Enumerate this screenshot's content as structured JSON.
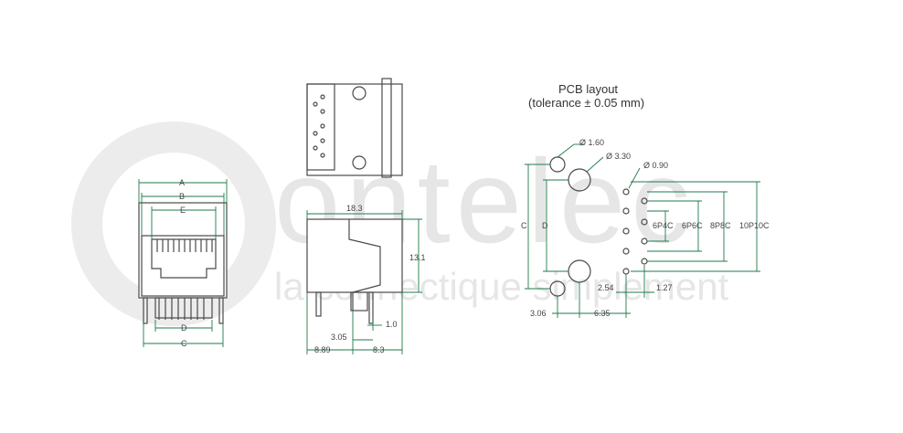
{
  "watermark": {
    "brand": "ontelec",
    "tagline": "la connectique simplement"
  },
  "pcb_layout": {
    "title": "PCB layout",
    "subtitle": "(tolerance ± 0.05 mm)"
  },
  "front_view": {
    "dims": {
      "A": "A",
      "B": "B",
      "E": "E",
      "D": "D",
      "C": "C"
    }
  },
  "side_view": {
    "dims": {
      "width": "18.3",
      "height": "13.1",
      "pin_len": "1.0",
      "offset1": "3.05",
      "offset2": "8.89",
      "offset3": "8.3"
    }
  },
  "pcb_dims": {
    "hole_large": "Ø 1.60",
    "hole_mid": "Ø 3.30",
    "hole_small": "Ø 0.90",
    "C": "C",
    "D": "D",
    "p6p4c": "6P4C",
    "p6p6c": "6P6C",
    "p8p8c": "8P8C",
    "p10p10c": "10P10C",
    "pitch": "2.54",
    "half_pitch": "1.27",
    "x1": "3.06",
    "x2": "6.35"
  },
  "colors": {
    "dimension": "#1f7a4a",
    "outline": "#4a4a4a",
    "watermark": "#e6e6e6"
  }
}
